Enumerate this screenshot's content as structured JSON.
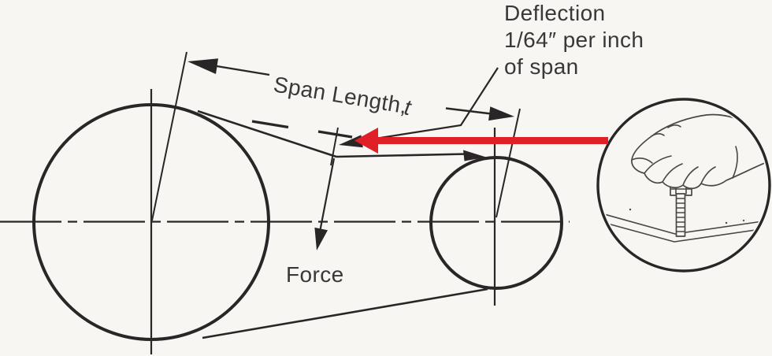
{
  "diagram": {
    "title": "belt-deflection-tension-measurement",
    "labels": {
      "span_length": "Span Length,",
      "span_length_var": "t",
      "deflection_line1": "Deflection",
      "deflection_line2": "1/64″ per inch",
      "deflection_line3": "of span",
      "force": "Force"
    },
    "colors": {
      "accent_red": "#e01f26",
      "ink": "#2a2627",
      "ink_light": "#4a4645",
      "text": "#3a3738",
      "background": "#f7f6f3"
    },
    "icons": {
      "red_arrow": "left-pointing-arrow",
      "inset": "hand-pressing-tension-gauge-on-belt"
    }
  }
}
